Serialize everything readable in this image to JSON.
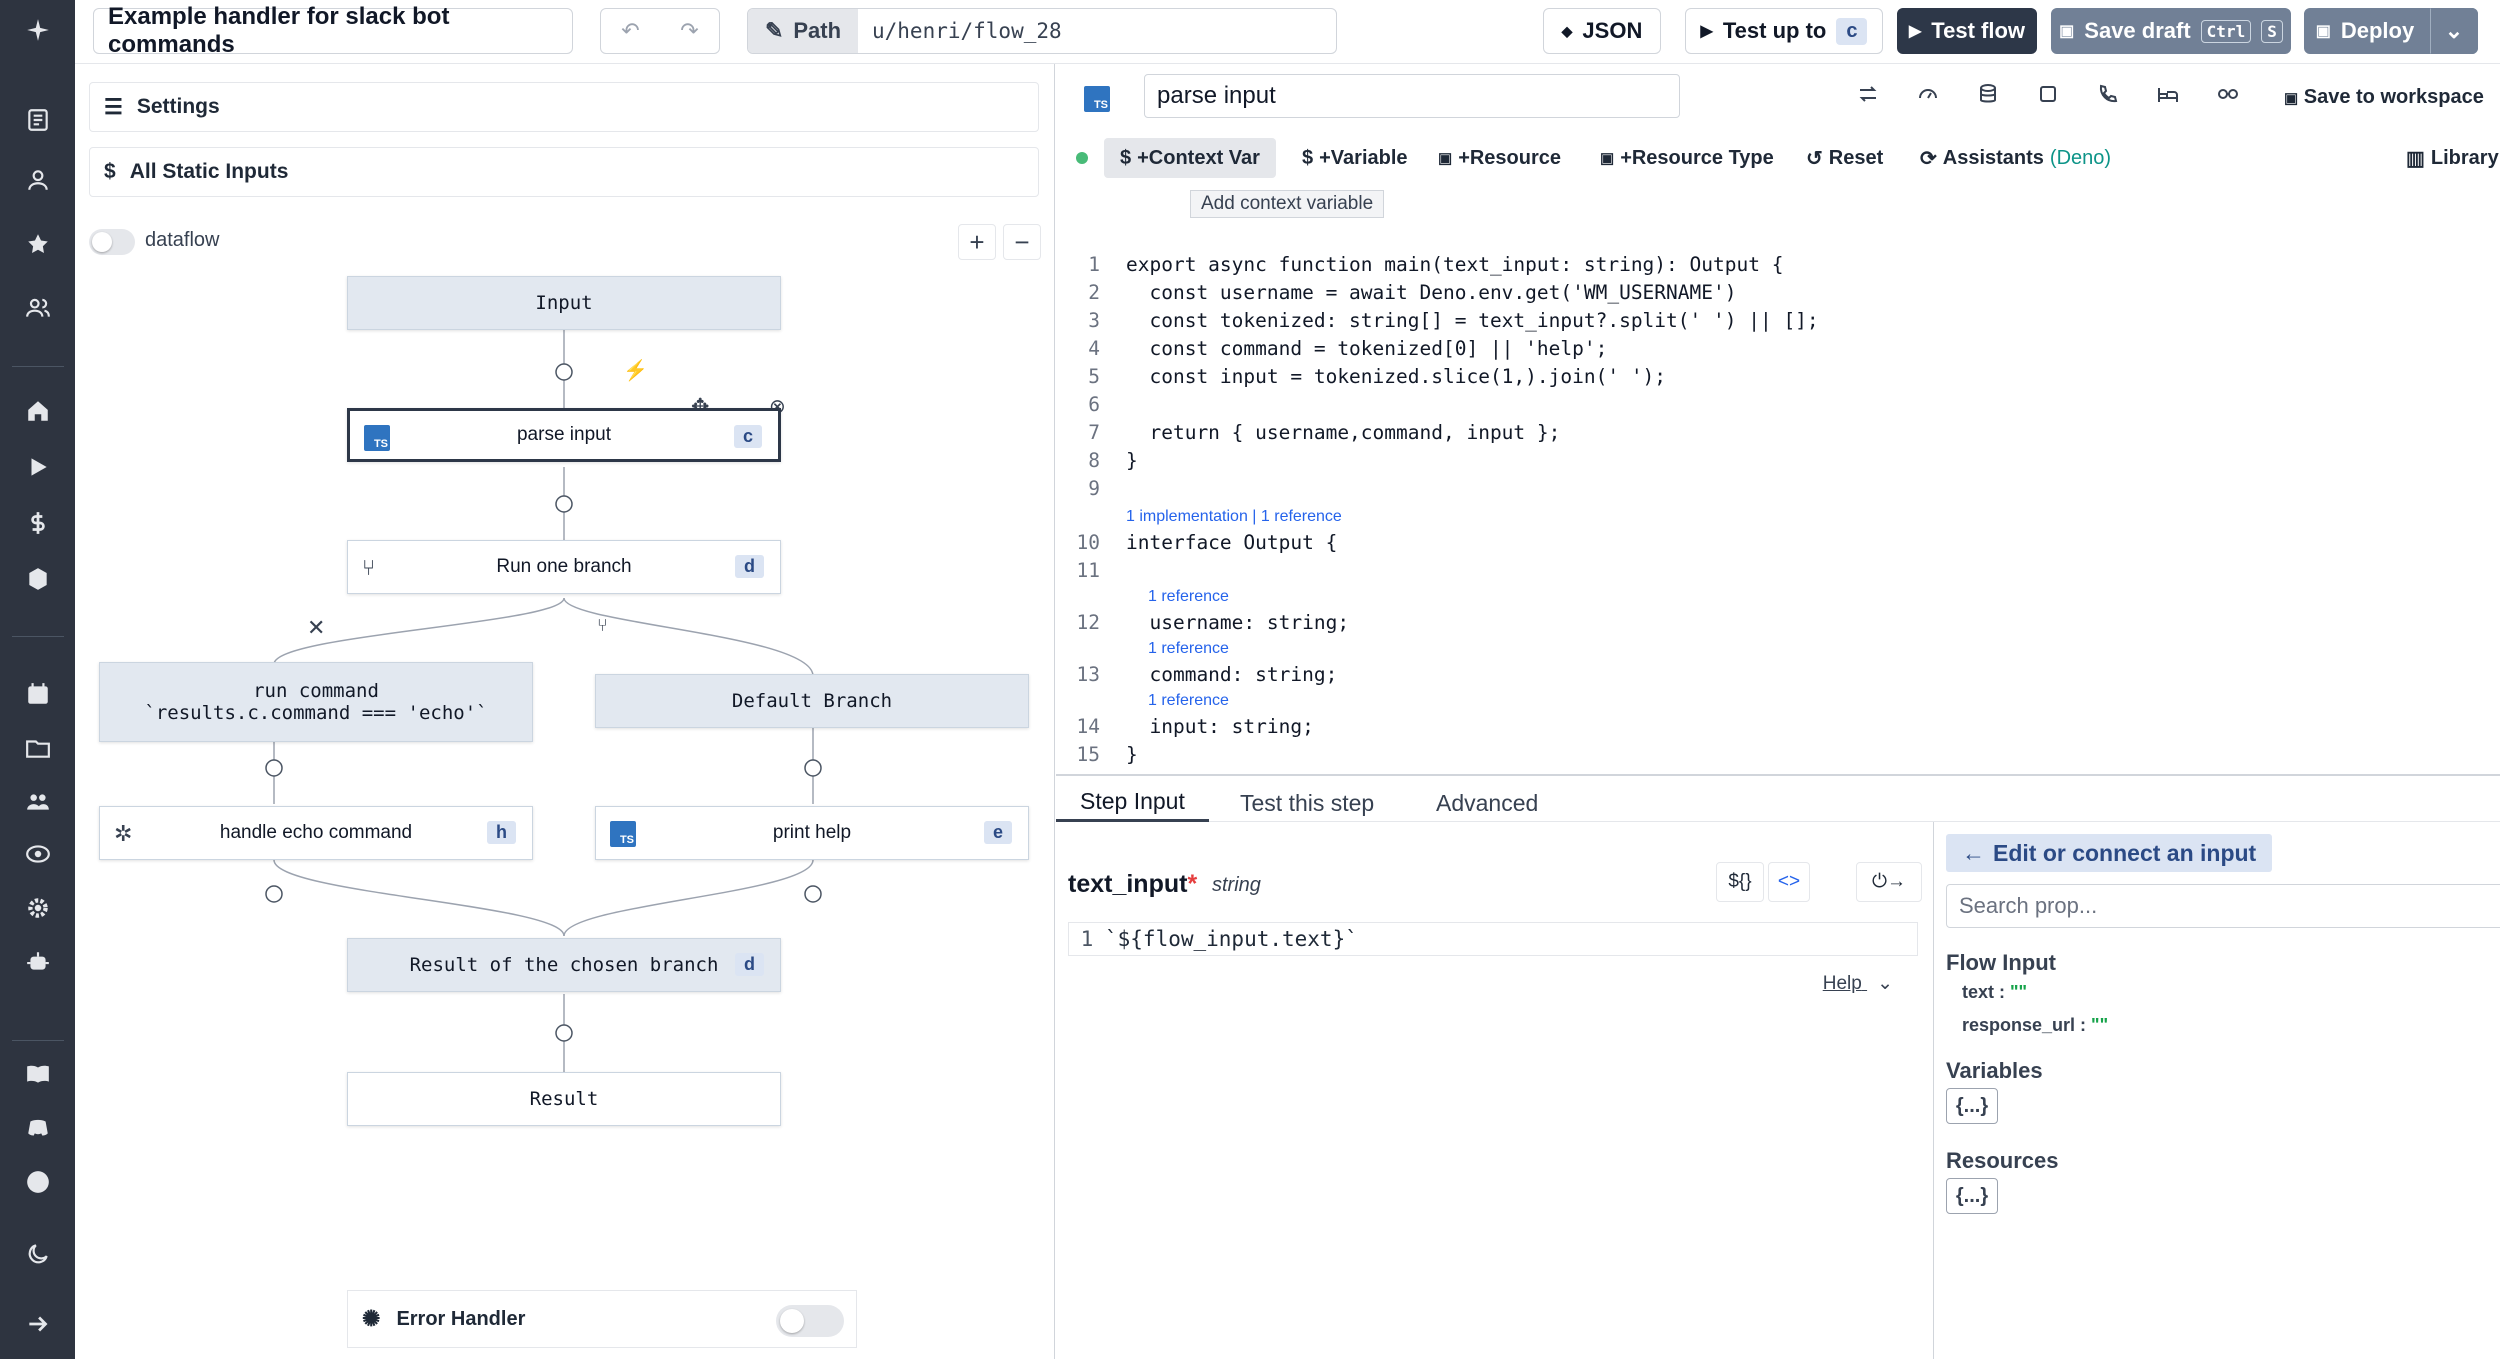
{
  "topbar": {
    "flow_title": "Example handler for slack bot commands",
    "path_label": "Path",
    "path_value": "u/henri/flow_28",
    "json_label": "JSON",
    "test_up_to_label": "Test up to",
    "test_up_to_badge": "c",
    "test_flow_label": "Test flow",
    "save_draft_label": "Save draft",
    "save_draft_kbd_1": "Ctrl",
    "save_draft_kbd_2": "S",
    "deploy_label": "Deploy"
  },
  "flow": {
    "settings_label": "Settings",
    "static_inputs_label": "All Static Inputs",
    "dataflow_label": "dataflow",
    "zoom_in": "+",
    "zoom_out": "−",
    "nodes": {
      "input": "Input",
      "parse_input": "parse input",
      "parse_input_badge": "c",
      "run_one_branch": "Run one branch",
      "run_one_branch_badge": "d",
      "branch_1_line1": "run command",
      "branch_1_line2": "`results.c.command === 'echo'`",
      "default_branch": "Default Branch",
      "handle_echo": "handle echo command",
      "handle_echo_badge": "h",
      "print_help": "print help",
      "print_help_badge": "e",
      "result_chosen": "Result of the chosen branch",
      "result_chosen_badge": "d",
      "result": "Result"
    },
    "error_handler_label": "Error Handler"
  },
  "editor": {
    "step_name": "parse input",
    "save_to_workspace": "Save to workspace",
    "toolbar": {
      "context_var": "+Context Var",
      "variable": "+Variable",
      "resource": "+Resource",
      "resource_type": "+Resource Type",
      "reset": "Reset",
      "assistants": "Assistants",
      "assistants_lang": "(Deno)",
      "library": "Library"
    },
    "tooltip": "Add context variable",
    "lens": {
      "l9": "1 implementation | 1 reference",
      "l11": "1 reference",
      "l12": "1 reference",
      "l13": "1 reference"
    },
    "lines": [
      {
        "n": "1",
        "text": "export async function main(text_input: string): Output {"
      },
      {
        "n": "2",
        "text": "  const username = await Deno.env.get('WM_USERNAME')"
      },
      {
        "n": "3",
        "text": "  const tokenized: string[] = text_input?.split(' ') || [];"
      },
      {
        "n": "4",
        "text": "  const command = tokenized[0] || 'help';"
      },
      {
        "n": "5",
        "text": "  const input = tokenized.slice(1,).join(' ');"
      },
      {
        "n": "6",
        "text": ""
      },
      {
        "n": "7",
        "text": "  return { username,command, input };"
      },
      {
        "n": "8",
        "text": "}"
      },
      {
        "n": "9",
        "text": ""
      },
      {
        "n": "10",
        "text": "interface Output {"
      },
      {
        "n": "11",
        "text": ""
      },
      {
        "n": "12",
        "text": "  username: string;"
      },
      {
        "n": "13",
        "text": "  command: string;"
      },
      {
        "n": "14",
        "text": "  input: string;"
      },
      {
        "n": "15",
        "text": "}"
      }
    ]
  },
  "step_panel": {
    "tabs": [
      "Step Input",
      "Test this step",
      "Advanced"
    ],
    "prop_name": "text_input",
    "prop_required": "*",
    "prop_type": "string",
    "btn_static": "${}",
    "btn_code": "<>",
    "expr_line": "1",
    "expr_value": "`${flow_input.text}`",
    "help_label": "Help",
    "connect_label": "Edit or connect an input",
    "search_placeholder": "Search prop...",
    "flow_input_title": "Flow Input",
    "flow_input_fields": [
      {
        "key": "text",
        "value": "\"\""
      },
      {
        "key": "response_url",
        "value": "\"\""
      }
    ],
    "variables_title": "Variables",
    "variables_btn": "{...}",
    "resources_title": "Resources",
    "resources_btn": "{...}"
  }
}
